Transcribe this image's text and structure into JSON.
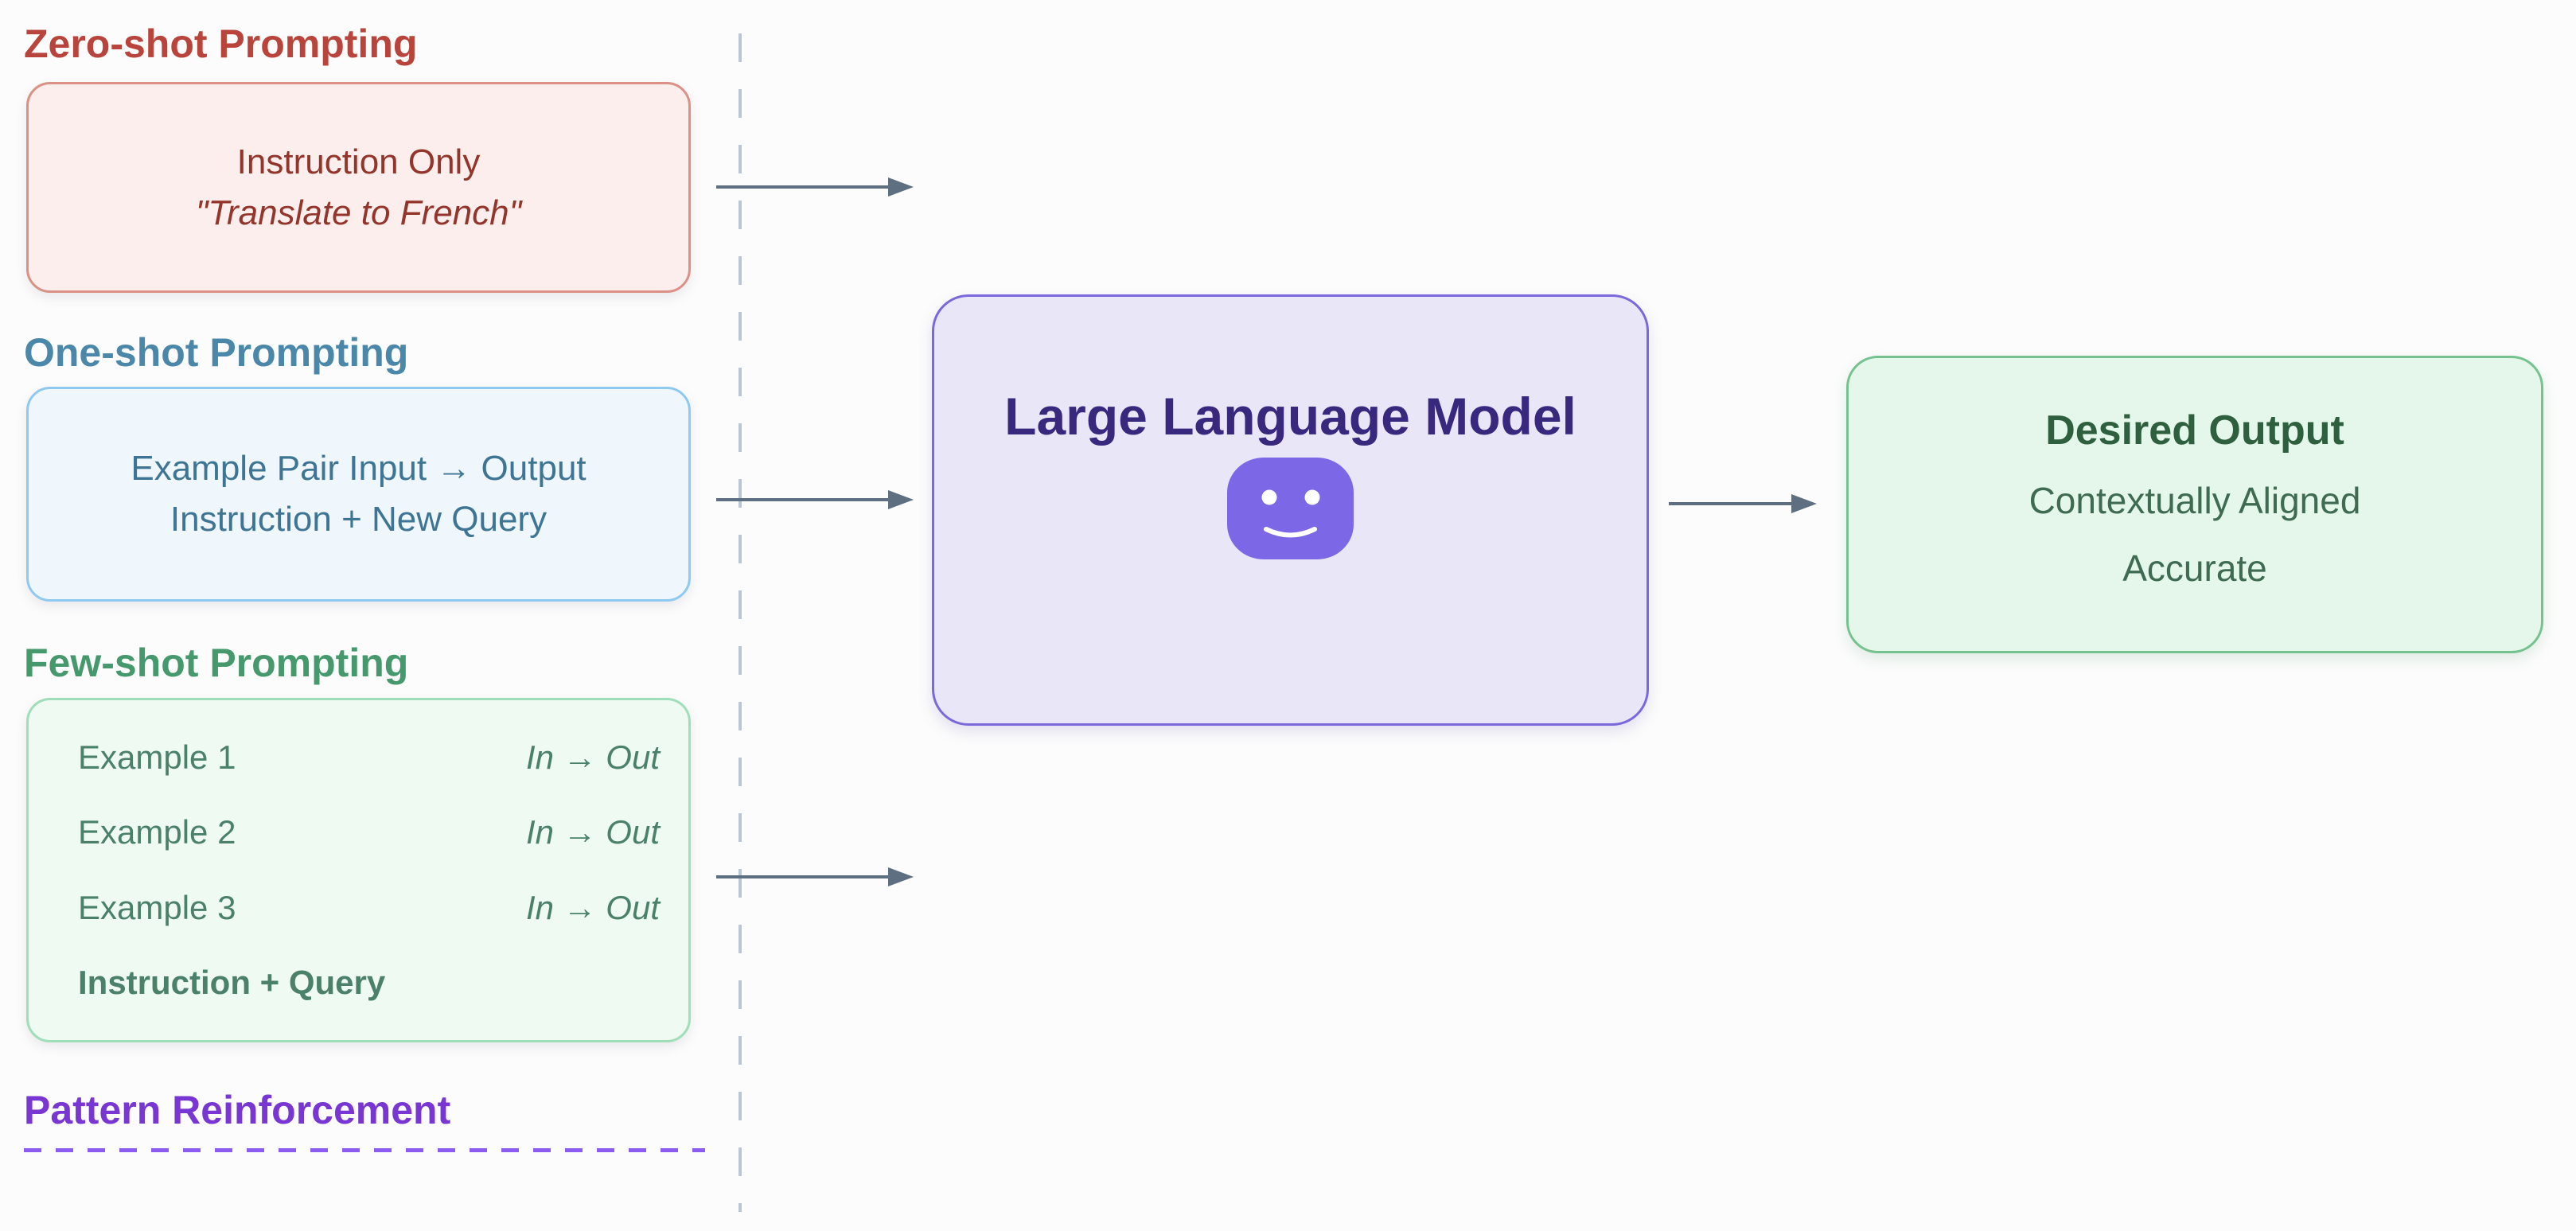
{
  "diagram": {
    "left_panel": {
      "zero_shot": {
        "heading": "Zero-shot Prompting",
        "line1": "Instruction Only",
        "line2": "\"Translate to French\""
      },
      "one_shot": {
        "heading": "One-shot Prompting",
        "line1": "Example Pair Input → Output",
        "line2": "Instruction + New Query"
      },
      "few_shot": {
        "heading": "Few-shot Prompting",
        "examples": [
          {
            "label": "Example 1",
            "io": "In → Out"
          },
          {
            "label": "Example 2",
            "io": "In → Out"
          },
          {
            "label": "Example 3",
            "io": "In → Out"
          }
        ],
        "footer": "Instruction + Query"
      },
      "pattern_reinforcement": {
        "heading": "Pattern Reinforcement"
      }
    },
    "model_box": {
      "title": "Large Language Model",
      "icon": "smiling-face-icon"
    },
    "output_box": {
      "title": "Desired Output",
      "line1": "Contextually Aligned",
      "line2": "Accurate"
    },
    "colors": {
      "background": "#FCFCFC",
      "zero_shot_heading": "#B9443B",
      "zero_shot_border": "#DC9186",
      "zero_shot_fill": "#FBEEEC",
      "zero_shot_text": "#94352C",
      "one_shot_heading": "#4A87A9",
      "one_shot_border": "#90C9EF",
      "one_shot_fill": "#EFF7FC",
      "one_shot_text": "#3E7595",
      "few_shot_heading": "#46986D",
      "few_shot_border": "#A0DDB9",
      "few_shot_fill": "#EEFAF2",
      "few_shot_text": "#4A8168",
      "pattern_heading": "#7936D2",
      "pattern_dash": "#8C5CF0",
      "model_border": "#7A68DC",
      "model_fill": "#E9E6F8",
      "model_title": "#38297F",
      "model_face": "#7C68E6",
      "output_border": "#75C28F",
      "output_fill": "#E5F7EB",
      "output_title": "#2E5F3E",
      "output_text": "#3E6B51",
      "arrow": "#5E6F82",
      "divider_dash": "#BAC6D2"
    }
  }
}
